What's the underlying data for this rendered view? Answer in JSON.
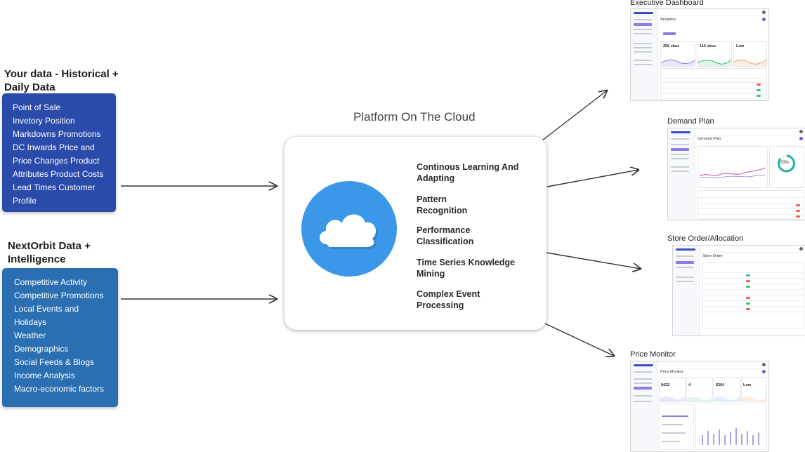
{
  "left": {
    "data_title": "Your data - Historical + Daily Data",
    "data_items": [
      "Point of Sale",
      "Invetory Position",
      "Markdowns Promotions",
      "DC Inwards Price and",
      "Price Changes Product",
      "Attributes Product Costs",
      "Lead Times Customer",
      "Profile"
    ],
    "intel_title": "NextOrbit Data + Intelligence",
    "intel_items": [
      "Competitive Activity",
      "Competitive Promotions",
      "Local Events and",
      "Holidays",
      "Weather",
      "Demographics",
      "Social Feeds & Blogs",
      "Income Analysis",
      "Macro-economic factors"
    ]
  },
  "platform": {
    "title": "Platform On The Cloud",
    "capabilities": [
      "Continous Learning And Adapting",
      "Pattern Recognition",
      "Performance Classification",
      "Time Series Knowledge Mining",
      "Complex Event Processing"
    ]
  },
  "outputs": {
    "exec": {
      "title": "Executive Dashboard",
      "page_title": "Analytics",
      "kpis": [
        "256 skus",
        "112 skus",
        "Low"
      ]
    },
    "demand": {
      "title": "Demand Plan",
      "page_title": "Demand Plan",
      "gauge": "83%"
    },
    "store": {
      "title": "Store Order/Allocation",
      "page_title": "Store Order"
    },
    "price": {
      "title": "Price Monitor",
      "page_title": "Price Monitor",
      "kpis": [
        "9422",
        "4",
        "$364",
        "Low"
      ]
    }
  },
  "colors": {
    "data_box": "#2b4bab",
    "intel_box": "#2a6fb1",
    "cloud_circle": "#3b97e8",
    "accent": "#8f7be8"
  }
}
